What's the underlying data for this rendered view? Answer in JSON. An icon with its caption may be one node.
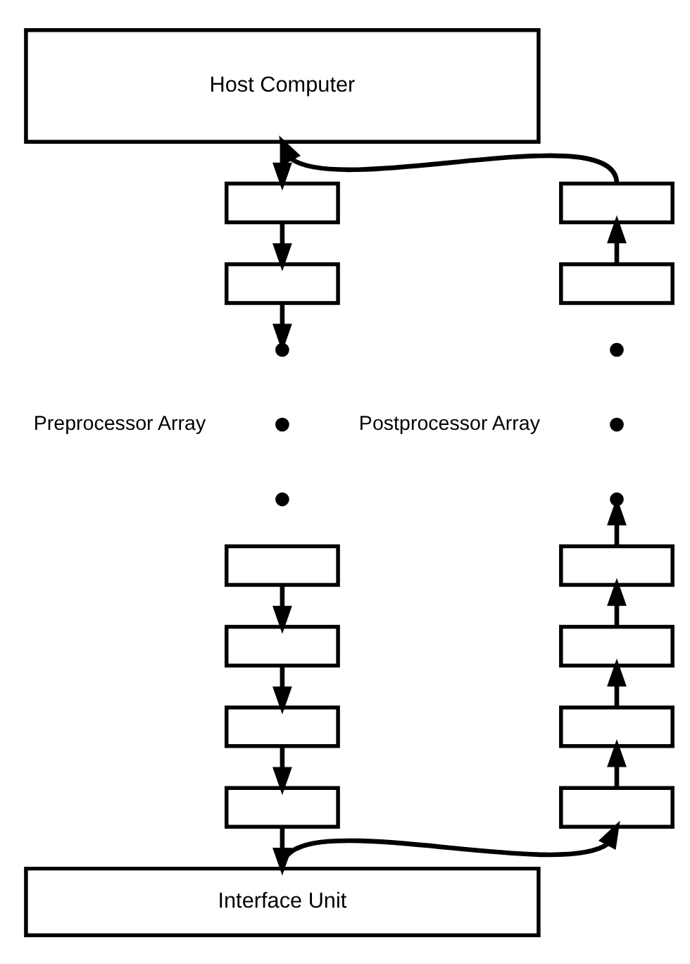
{
  "diagram": {
    "nodes": [
      {
        "text": [
          "Host Computer"
        ]
      },
      {
        "text": [],
        "shape": "box"
      },
      {
        "text": [],
        "shape": "box"
      },
      {
        "text": [],
        "shape": "box"
      },
      {
        "text": [],
        "shape": "box"
      },
      {
        "text": [],
        "shape": "box"
      },
      {
        "text": [],
        "shape": "box"
      },
      {
        "text": [],
        "shape": "box"
      },
      {
        "text": [],
        "shape": "box"
      },
      {
        "text": [],
        "shape": "box"
      },
      {
        "text": [],
        "shape": "box"
      },
      {
        "text": [],
        "shape": "box"
      },
      {
        "text": [],
        "shape": "box"
      },
      {
        "text": [
          "Interface Unit"
        ]
      }
    ],
    "edges": [
      {
        "from": 0,
        "to": 1,
        "arrow": "to"
      },
      {
        "from": 1,
        "to": 2,
        "arrow": "to"
      },
      {
        "from": 2,
        "to": null,
        "arrow": "to"
      },
      {
        "from": 3,
        "to": 4,
        "arrow": "to"
      },
      {
        "from": 4,
        "to": 5,
        "arrow": "to"
      },
      {
        "from": 5,
        "to": 6,
        "arrow": "to"
      },
      {
        "from": 6,
        "to": 13,
        "arrow": "to"
      },
      {
        "from": 13,
        "to": 12,
        "arrow": "to"
      },
      {
        "from": 12,
        "to": 11,
        "arrow": "to"
      },
      {
        "from": 11,
        "to": 10,
        "arrow": "to"
      },
      {
        "from": 10,
        "to": 9,
        "arrow": "to"
      },
      {
        "from": 9,
        "to": null,
        "arrow": "to"
      },
      {
        "from": 8,
        "to": 7,
        "arrow": "to"
      },
      {
        "from": 7,
        "to": 0,
        "arrow": "to"
      }
    ],
    "labels": [
      "Preprocessor Array",
      "Postprocessor Array"
    ]
  }
}
